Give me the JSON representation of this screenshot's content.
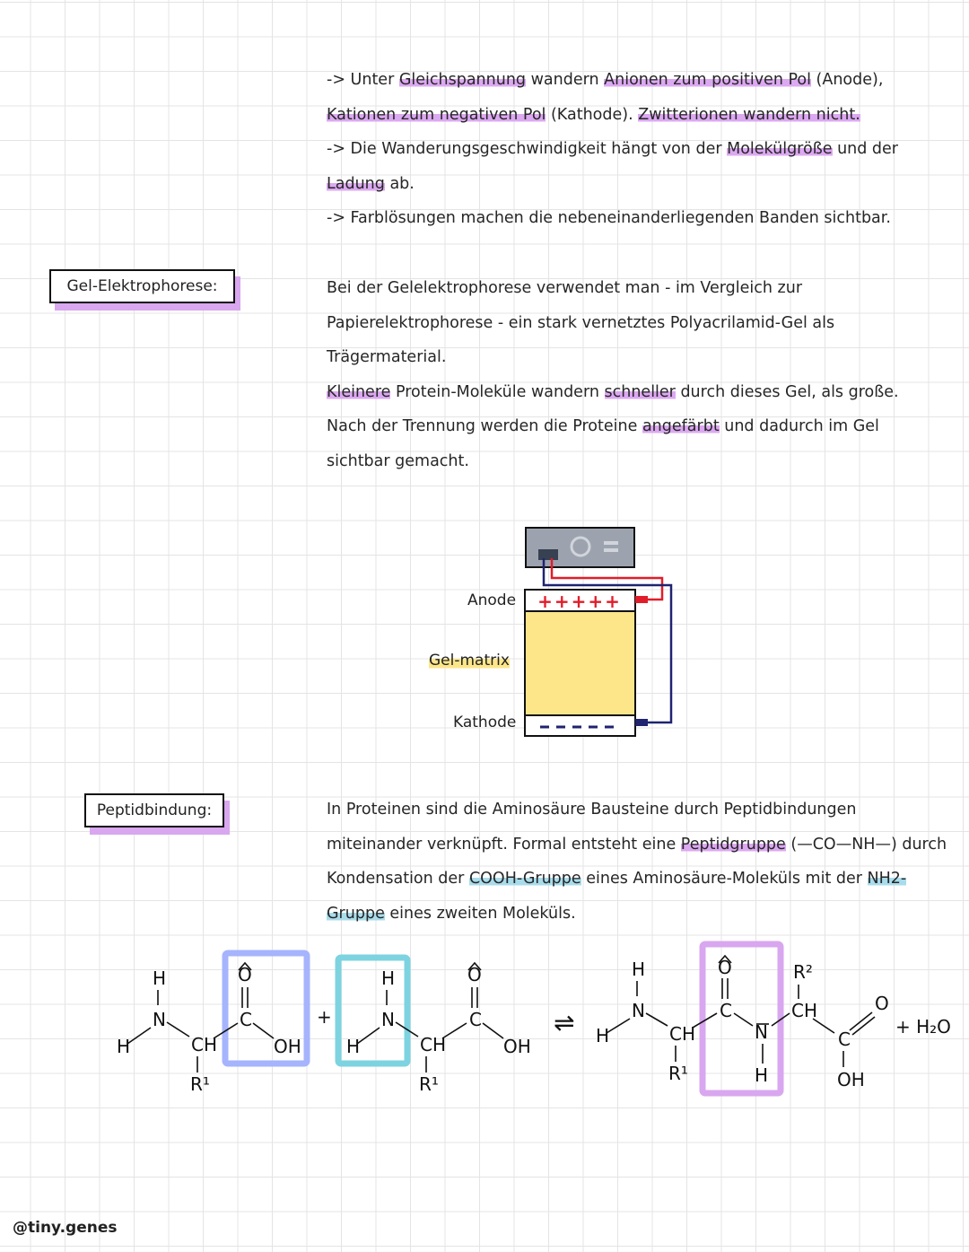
{
  "section1": {
    "lines": [
      {
        "segments": [
          {
            "t": "-> Unter ",
            "h": ""
          },
          {
            "t": "Gleichspannung",
            "h": "p"
          },
          {
            "t": " wandern ",
            "h": ""
          },
          {
            "t": "Anionen zum positiven Pol",
            "h": "p"
          },
          {
            "t": " (Anode),",
            "h": ""
          }
        ]
      },
      {
        "segments": [
          {
            "t": "Kationen zum negativen Pol",
            "h": "p"
          },
          {
            "t": " (Kathode). ",
            "h": ""
          },
          {
            "t": "Zwitterionen wandern nicht.",
            "h": "p"
          }
        ]
      },
      {
        "segments": [
          {
            "t": "-> Die Wanderungsgeschwindigkeit hängt von der ",
            "h": ""
          },
          {
            "t": "Molekülgröße",
            "h": "p"
          },
          {
            "t": " und der",
            "h": ""
          }
        ]
      },
      {
        "segments": [
          {
            "t": "Ladung",
            "h": "p"
          },
          {
            "t": " ab.",
            "h": ""
          }
        ]
      },
      {
        "segments": [
          {
            "t": "-> Farblösungen machen die nebeneinanderliegenden Banden sichtbar.",
            "h": ""
          }
        ]
      }
    ]
  },
  "gel": {
    "label": "Gel-Elektrophorese:",
    "lines": [
      {
        "segments": [
          {
            "t": "Bei der Gelelektrophorese verwendet man - im Vergleich zur",
            "h": ""
          }
        ]
      },
      {
        "segments": [
          {
            "t": "Papierelektrophorese - ein stark vernetztes Polyacrilamid-Gel als",
            "h": ""
          }
        ]
      },
      {
        "segments": [
          {
            "t": "Trägermaterial.",
            "h": ""
          }
        ]
      },
      {
        "segments": [
          {
            "t": "Kleinere",
            "h": "p"
          },
          {
            "t": " Protein-Moleküle wandern ",
            "h": ""
          },
          {
            "t": "schneller",
            "h": "p"
          },
          {
            "t": " durch dieses Gel, als große.",
            "h": ""
          }
        ]
      },
      {
        "segments": [
          {
            "t": "Nach der Trennung werden die Proteine ",
            "h": ""
          },
          {
            "t": "angefärbt",
            "h": "p"
          },
          {
            "t": " und dadurch im Gel",
            "h": ""
          }
        ]
      },
      {
        "segments": [
          {
            "t": "sichtbar gemacht.",
            "h": ""
          }
        ]
      }
    ],
    "diagram": {
      "anode": "Anode",
      "matrix": "Gel-matrix",
      "kathode": "Kathode",
      "plus_signs": "+++++",
      "colors": {
        "gel": "#fde68a",
        "red": "#e11d2a",
        "navy": "#1f2370",
        "device": "#9ca3af"
      }
    }
  },
  "peptide": {
    "label": "Peptidbindung:",
    "lines": [
      {
        "segments": [
          {
            "t": "In Proteinen sind die Aminosäure Bausteine durch Peptidbindungen",
            "h": ""
          }
        ]
      },
      {
        "segments": [
          {
            "t": "miteinander verknüpft. Formal entsteht eine ",
            "h": ""
          },
          {
            "t": "Peptidgruppe",
            "h": "p"
          },
          {
            "t": " (—CO—NH—) durch",
            "h": ""
          }
        ]
      },
      {
        "segments": [
          {
            "t": "Kondensation der ",
            "h": ""
          },
          {
            "t": "COOH-Gruppe",
            "h": "b"
          },
          {
            "t": " eines Aminosäure-Moleküls mit der ",
            "h": ""
          },
          {
            "t": "NH2-",
            "h": "b"
          }
        ]
      },
      {
        "segments": [
          {
            "t": "Gruppe",
            "h": "b"
          },
          {
            "t": " eines zweiten Moleküls.",
            "h": ""
          }
        ]
      }
    ],
    "reaction": {
      "H": "H",
      "N": "N",
      "CH": "CH",
      "C": "C",
      "O": "O",
      "OH": "OH",
      "R1": "R¹",
      "R2": "R²",
      "plus": "+",
      "water": "+ H₂O",
      "arrow": "⇌",
      "colors": {
        "cooh_box": "#a5b4fc",
        "nh2_box": "#7dd3e0",
        "peptide_box": "#d8a7ef"
      }
    }
  },
  "footer": {
    "handle": "@tiny.genes"
  }
}
